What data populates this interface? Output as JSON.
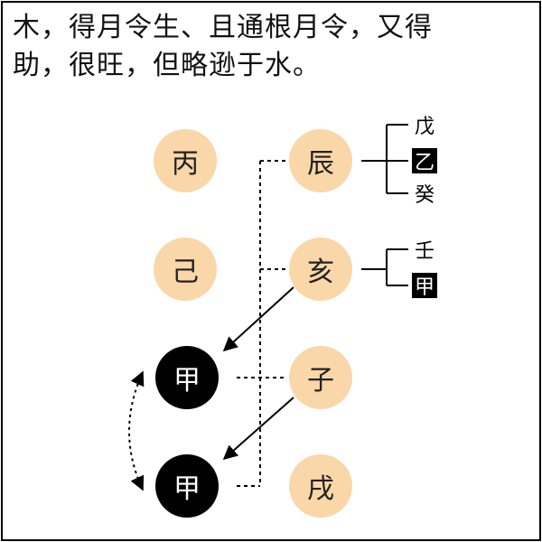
{
  "headline": {
    "line1": "木，得月令生、且通根月令，又得",
    "line2": "助，很旺，但略逊于水。"
  },
  "left_column": [
    "丙",
    "己",
    "甲",
    "甲"
  ],
  "right_column": [
    "辰",
    "亥",
    "子",
    "戌"
  ],
  "hidden_stems": {
    "chen": [
      {
        "char": "戊",
        "highlight": false
      },
      {
        "char": "乙",
        "highlight": true
      },
      {
        "char": "癸",
        "highlight": false
      }
    ],
    "hai": [
      {
        "char": "壬",
        "highlight": false
      },
      {
        "char": "甲",
        "highlight": true
      }
    ]
  },
  "colors": {
    "tan_node": "#fad7a8",
    "dark_node": "#000000",
    "border": "#000000"
  }
}
